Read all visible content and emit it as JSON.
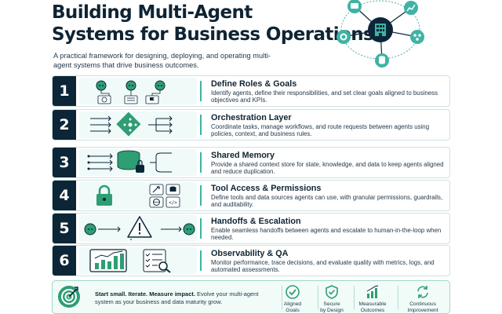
{
  "title_line1": "Building Multi-Agent",
  "title_line2": "Systems for Business Operations",
  "subtitle": "A practical framework for designing, deploying, and operating multi-agent systems that drive business outcomes.",
  "colors": {
    "navy": "#0c2638",
    "teal": "#3fb3a4",
    "green": "#2e9e74",
    "light": "#f0faf8"
  },
  "steps": [
    {
      "num": "1",
      "title": "Define Roles & Goals",
      "desc": "Identify agents, define their responsibilities, and set clear goals aligned to business objectives and KPIs.",
      "icon": "agents-roles-icon"
    },
    {
      "num": "2",
      "title": "Orchestration Layer",
      "desc": "Coordinate tasks, manage workflows, and route requests between agents using policies, context, and business rules.",
      "icon": "orchestration-hub-icon"
    },
    {
      "num": "3",
      "title": "Shared Memory",
      "desc": "Provide a shared context store for state, knowledge, and data to keep agents aligned and reduce duplication.",
      "icon": "shared-database-icon"
    },
    {
      "num": "4",
      "title": "Tool Access & Permissions",
      "desc": "Define tools and data sources agents can use, with granular permissions, guardrails, and auditability.",
      "icon": "lock-tools-icon"
    },
    {
      "num": "5",
      "title": "Handoffs & Escalation",
      "desc": "Enable seamless handoffs between agents and escalate to human-in-the-loop when needed.",
      "icon": "handoff-warning-icon"
    },
    {
      "num": "6",
      "title": "Observability & QA",
      "desc": "Monitor performance, trace decisions, and evaluate quality with metrics, logs, and automated assessments.",
      "icon": "monitoring-dashboard-icon"
    }
  ],
  "footer": {
    "lead": "Start small. Iterate. Measure impact.",
    "text": " Evolve your multi-agent system as your business and data maturity grow.",
    "items": [
      {
        "line1": "Aligned",
        "line2": "Goals",
        "icon": "check-circle-icon"
      },
      {
        "line1": "Secure",
        "line2": "by Design",
        "icon": "shield-check-icon"
      },
      {
        "line1": "Measurable",
        "line2": "Outcomes",
        "icon": "bar-chart-icon"
      },
      {
        "line1": "Continuous",
        "line2": "Improvement",
        "icon": "cycle-arrows-icon"
      }
    ]
  }
}
